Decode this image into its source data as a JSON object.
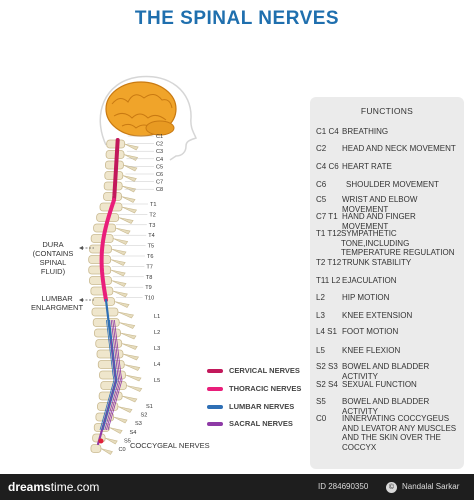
{
  "title": "THE SPINAL NERVES",
  "labels": {
    "dura": "DURA\n(CONTAINS SPINAL\nFLUID)",
    "lumbar_enlargement": "LUMBAR\nENLARGMENT",
    "coccygeal_nerves": "COCCYGEAL NERVES"
  },
  "vertebra_labels": [
    "C1",
    "C2",
    "C3",
    "C4",
    "C5",
    "C6",
    "C7",
    "C8",
    "T1",
    "T2",
    "T3",
    "T4",
    "T5",
    "T6",
    "T7",
    "T8",
    "T9",
    "T10",
    "L1",
    "L2",
    "L3",
    "L4",
    "L5",
    "S1",
    "S2",
    "S3",
    "S4",
    "S5",
    "C0"
  ],
  "legend": [
    {
      "label": "CERVICAL NERVES",
      "color": "#c2185b"
    },
    {
      "label": "THORACIC NERVES",
      "color": "#e91e7a"
    },
    {
      "label": "LUMBAR NERVES",
      "color": "#2e6fb5"
    },
    {
      "label": "SACRAL NERVES",
      "color": "#8e3aa6"
    }
  ],
  "functions": {
    "heading": "FUNCTIONS",
    "rows": [
      {
        "level": "C1 C4",
        "text": "BREATHING"
      },
      {
        "level": "C2",
        "text": "HEAD AND NECK MOVEMENT"
      },
      {
        "level": "C4 C6",
        "text": "HEART RATE"
      },
      {
        "level": "C6",
        "text": "SHOULDER MOVEMENT"
      },
      {
        "level": "C5",
        "text": "WRIST AND ELBOW MOVEMENT"
      },
      {
        "level": "C7  T1",
        "text": "HAND AND FINGER MOVEMENT"
      },
      {
        "level": "T1 T12",
        "text": "SYMPATHETIC TONE,INCLUDING TEMPERATURE REGULATION"
      },
      {
        "level": "T2 T12",
        "text": "TRUNK STABILITY"
      },
      {
        "level": "T11  L2",
        "text": "EJACULATION"
      },
      {
        "level": "L2",
        "text": "HIP MOTION"
      },
      {
        "level": "L3",
        "text": "KNEE EXTENSION"
      },
      {
        "level": "L4  S1",
        "text": "FOOT MOTION"
      },
      {
        "level": "L5",
        "text": "KNEE FLEXION"
      },
      {
        "level": "S2  S3",
        "text": "BOWEL AND BLADDER ACTIVITY"
      },
      {
        "level": "S2  S4",
        "text": "SEXUAL FUNCTION"
      },
      {
        "level": "S5",
        "text": "BOWEL AND BLADDER ACTIVITY"
      },
      {
        "level": "C0",
        "text": "INNERVATING COCCYGEUS AND LEVATOR ANY MUSCLES AND THE SKIN OVER THE COCCYX"
      }
    ]
  },
  "footer": {
    "logo_a": "dreams",
    "logo_b": "time.com",
    "id_text": "ID 284690350",
    "author": "Nandalal Sarkar"
  }
}
